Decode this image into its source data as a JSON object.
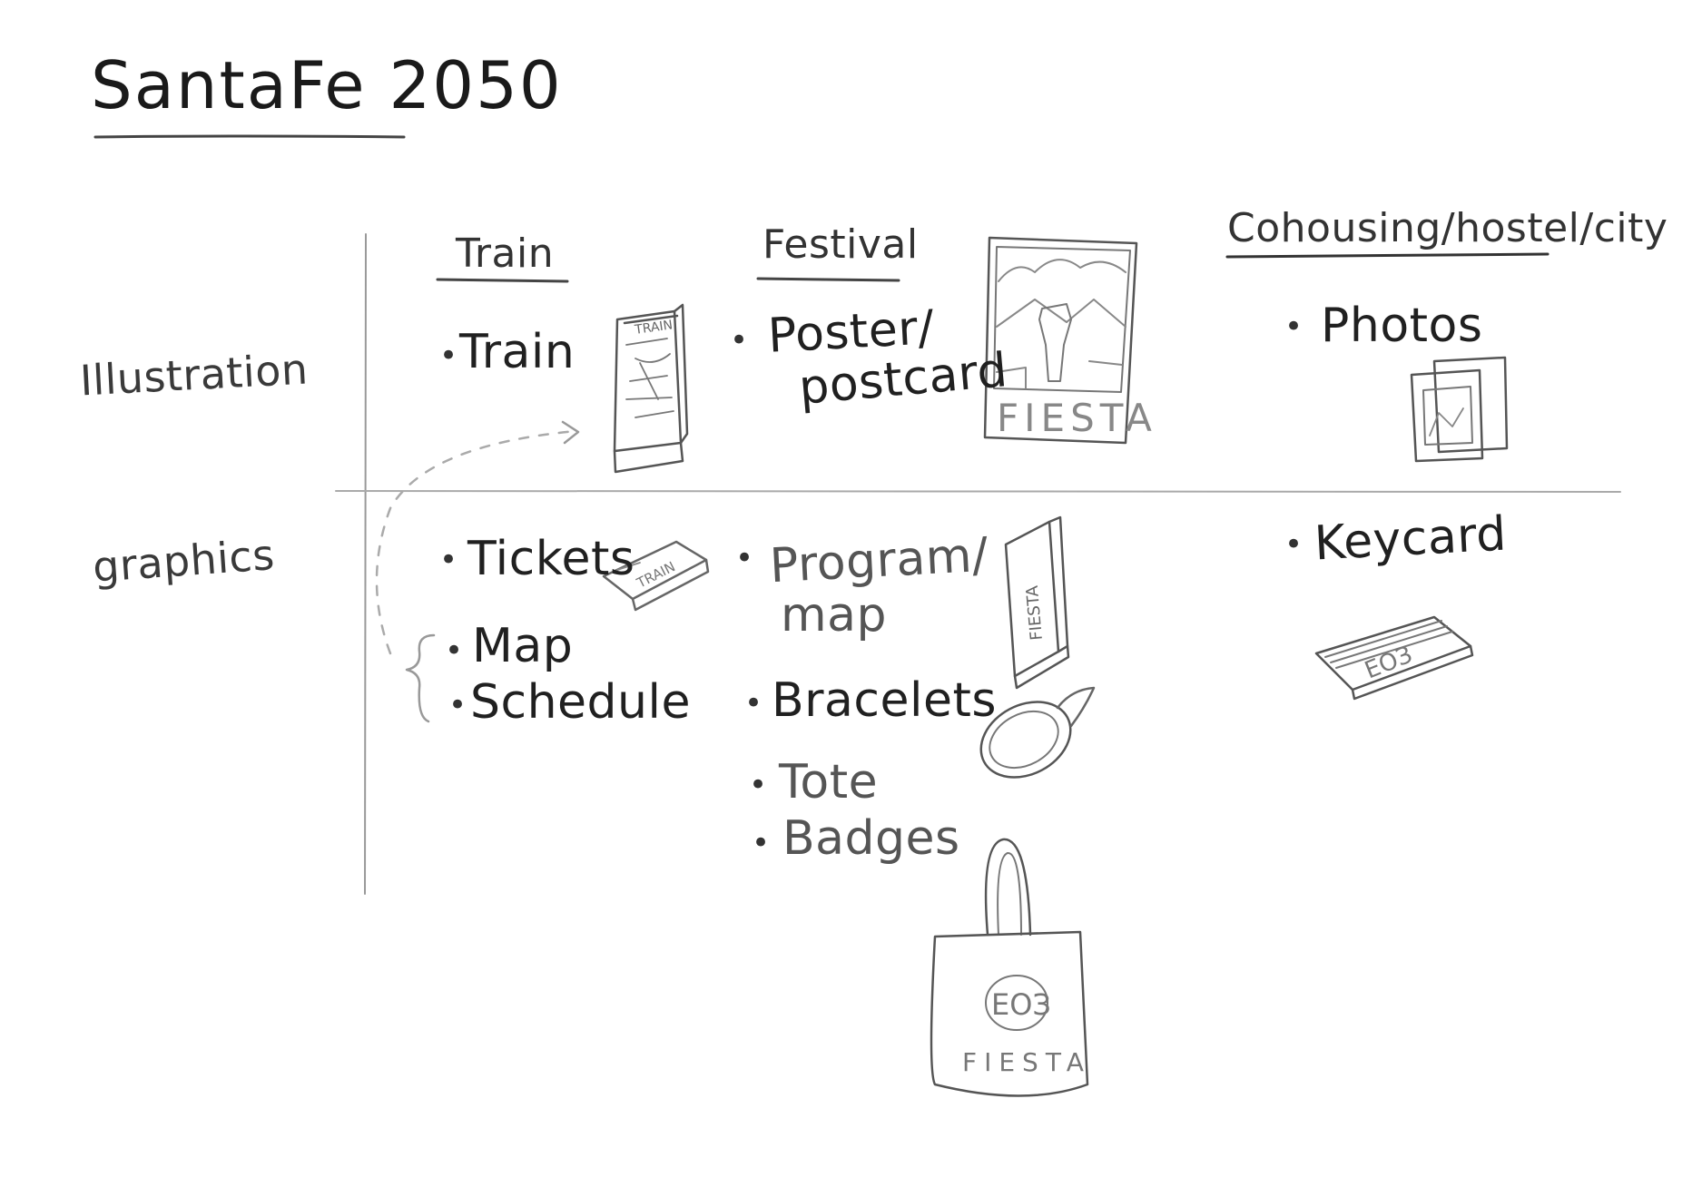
{
  "title": "SantaFe 2050",
  "columns": {
    "train": "Train",
    "festival": "Festival",
    "cohousing": "Cohousing/hostel/city"
  },
  "rows": {
    "illustration": "Illustration",
    "graphics": "graphics"
  },
  "items": {
    "train_illustration": "Train",
    "poster_line1": "Poster/",
    "poster_line2": "postcard",
    "photos": "Photos",
    "tickets": "Tickets",
    "map": "Map",
    "schedule": "Schedule",
    "program_line1": "Program/",
    "program_line2": "map",
    "bracelets": "Bracelets",
    "tote": "Tote",
    "badges": "Badges",
    "keycard": "Keycard"
  },
  "sketch_text": {
    "train_poster": "TRAIN",
    "ticket": "TRAIN",
    "fiesta_poster": "FIESTA",
    "fiesta_program": "FIESTA",
    "tote_logo": "ЕОЗ",
    "tote_label": "FIESTA",
    "keycard_logo": "ЕОЗ"
  },
  "colors": {
    "ink": "#1e1e1e",
    "pencil": "#555555",
    "light_pencil": "#9a9a9a",
    "background": "#ffffff"
  }
}
